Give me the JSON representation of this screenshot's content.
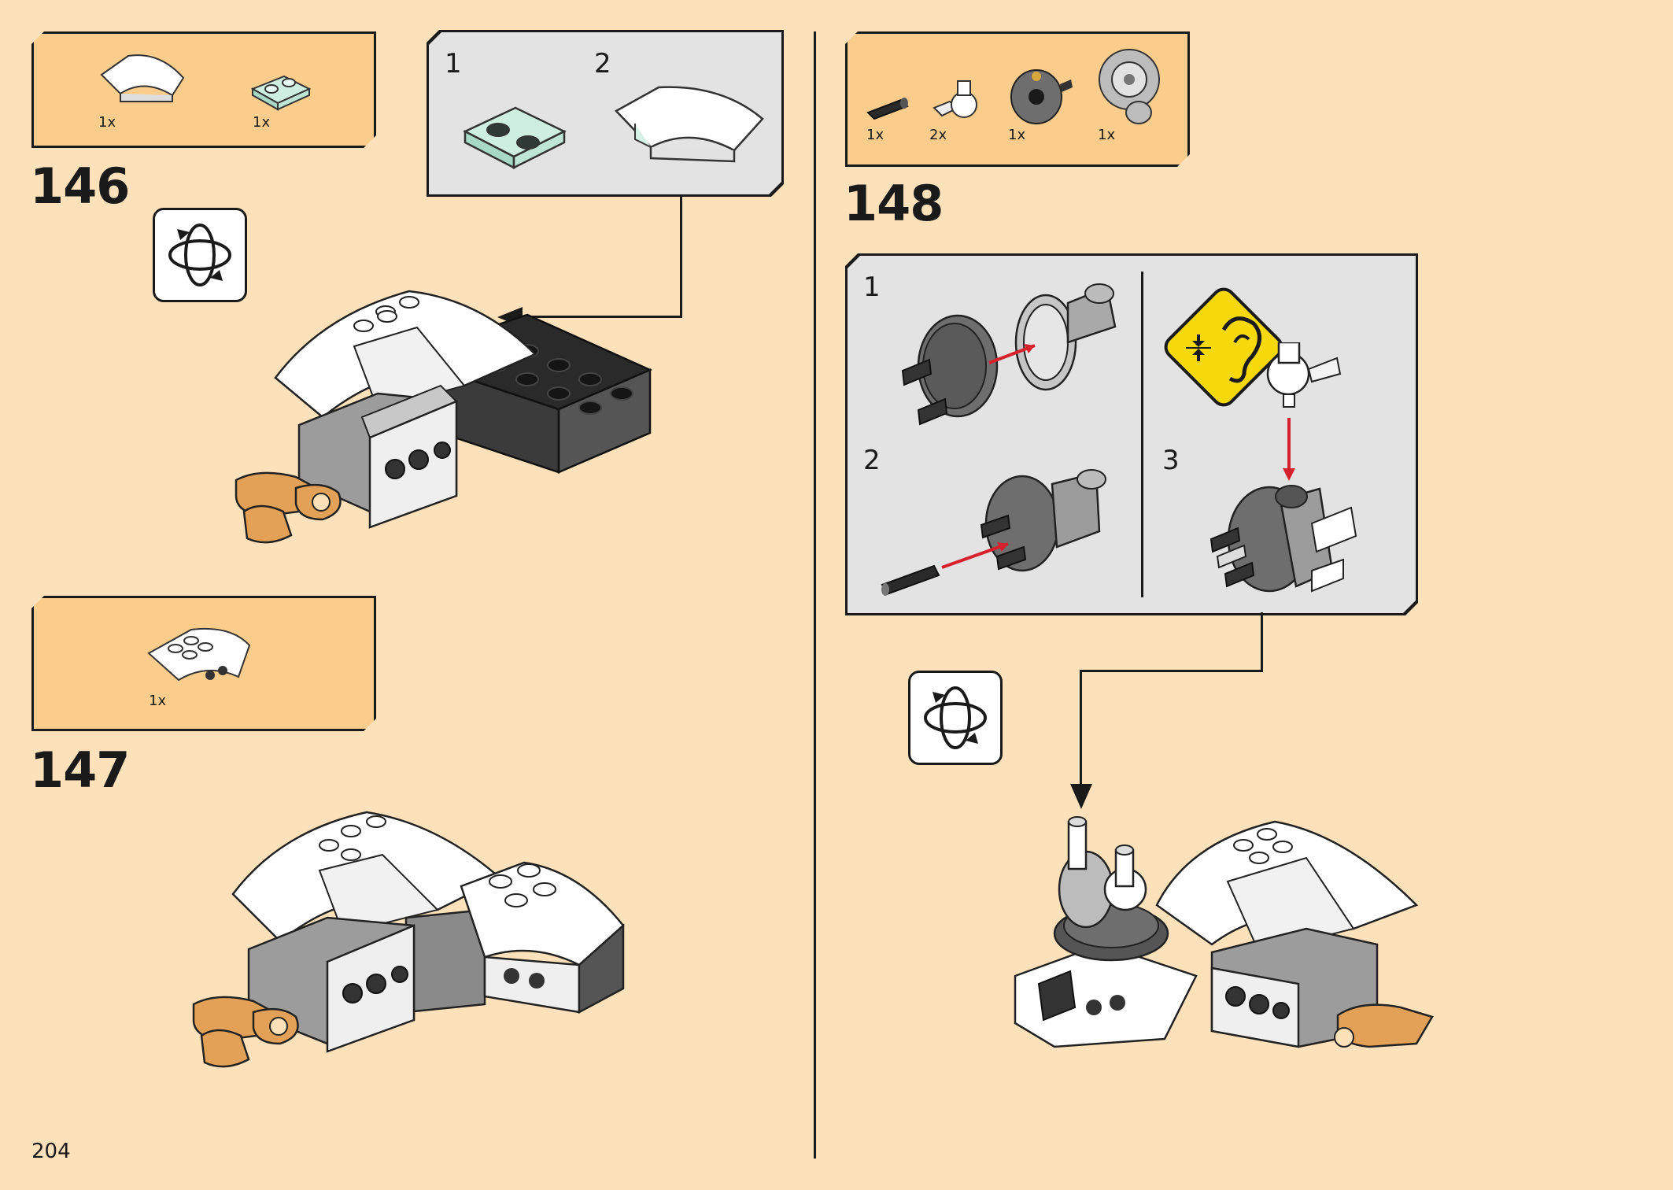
{
  "page": {
    "page_number": "204"
  },
  "steps": [
    {
      "number": "146",
      "parts": [
        {
          "qty": "1x",
          "icon": "white-curved-slope-piece"
        },
        {
          "qty": "1x",
          "icon": "light-aqua-plate-1x2"
        }
      ],
      "sub_steps": [
        "1",
        "2"
      ],
      "rotate_icon": "rotate-model-icon"
    },
    {
      "number": "147",
      "parts": [
        {
          "qty": "1x",
          "icon": "white-wedge-subassembly"
        }
      ]
    },
    {
      "number": "148",
      "parts": [
        {
          "qty": "1x",
          "icon": "black-technic-pin"
        },
        {
          "qty": "2x",
          "icon": "white-ball-joint-connector"
        },
        {
          "qty": "1x",
          "icon": "dark-gray-wheel-hub"
        },
        {
          "qty": "1x",
          "icon": "light-gray-rim"
        }
      ],
      "sub_steps": [
        "1",
        "2",
        "3"
      ],
      "warning_icon": "listen-for-click-icon",
      "rotate_icon": "rotate-model-icon"
    }
  ],
  "colors": {
    "background": "#fde1bb",
    "parts_box": "#fbcd8c",
    "sub_box": "#e3e3e3",
    "arrow_red": "#d6202b",
    "warning_yellow": "#f5d90a",
    "medium_nougat": "#e3a157",
    "light_aqua": "#cfeee2"
  }
}
